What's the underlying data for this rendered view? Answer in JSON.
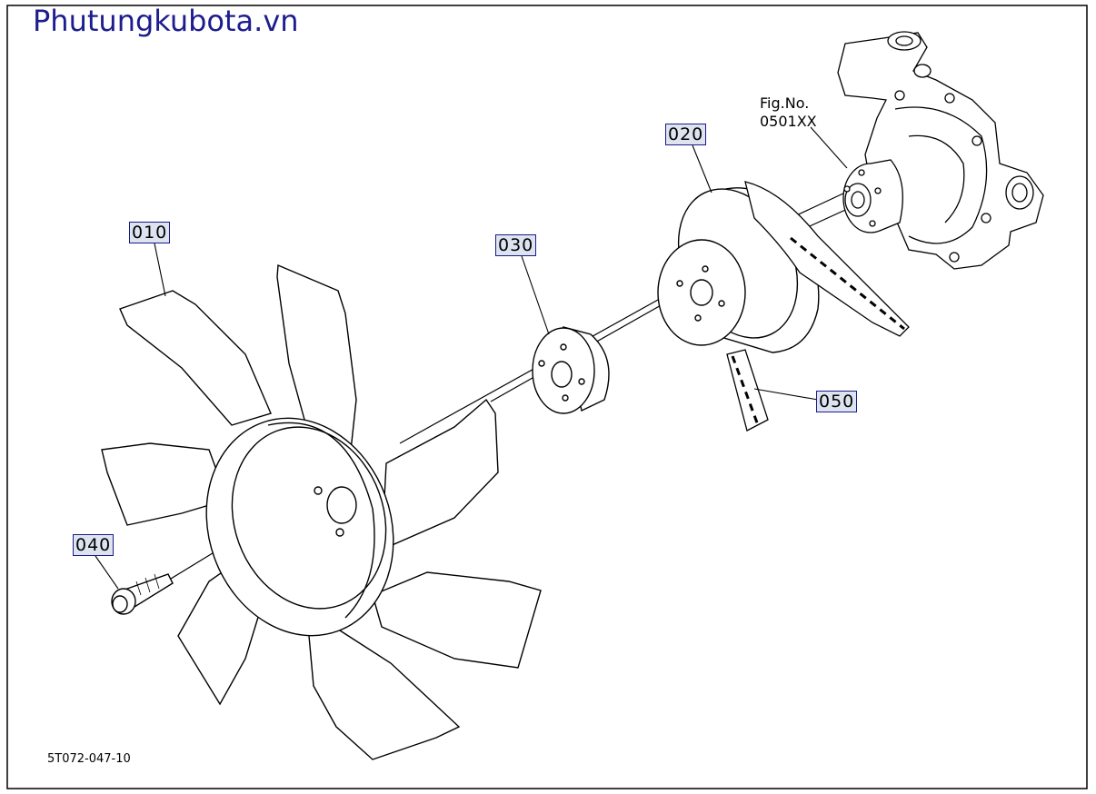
{
  "watermark": "Phutungkubota.vn",
  "drawing_code": "5T072-047-10",
  "figure_reference": {
    "line1": "Fig.No.",
    "line2": "0501XX"
  },
  "callouts": {
    "fan": "010",
    "pulley": "020",
    "spacer": "030",
    "bolt": "040",
    "belt": "050"
  },
  "colors": {
    "watermark": "#1d1d8f",
    "callout_fill": "#dde4f0",
    "callout_border": "#1a1a8a",
    "line": "#000000"
  }
}
